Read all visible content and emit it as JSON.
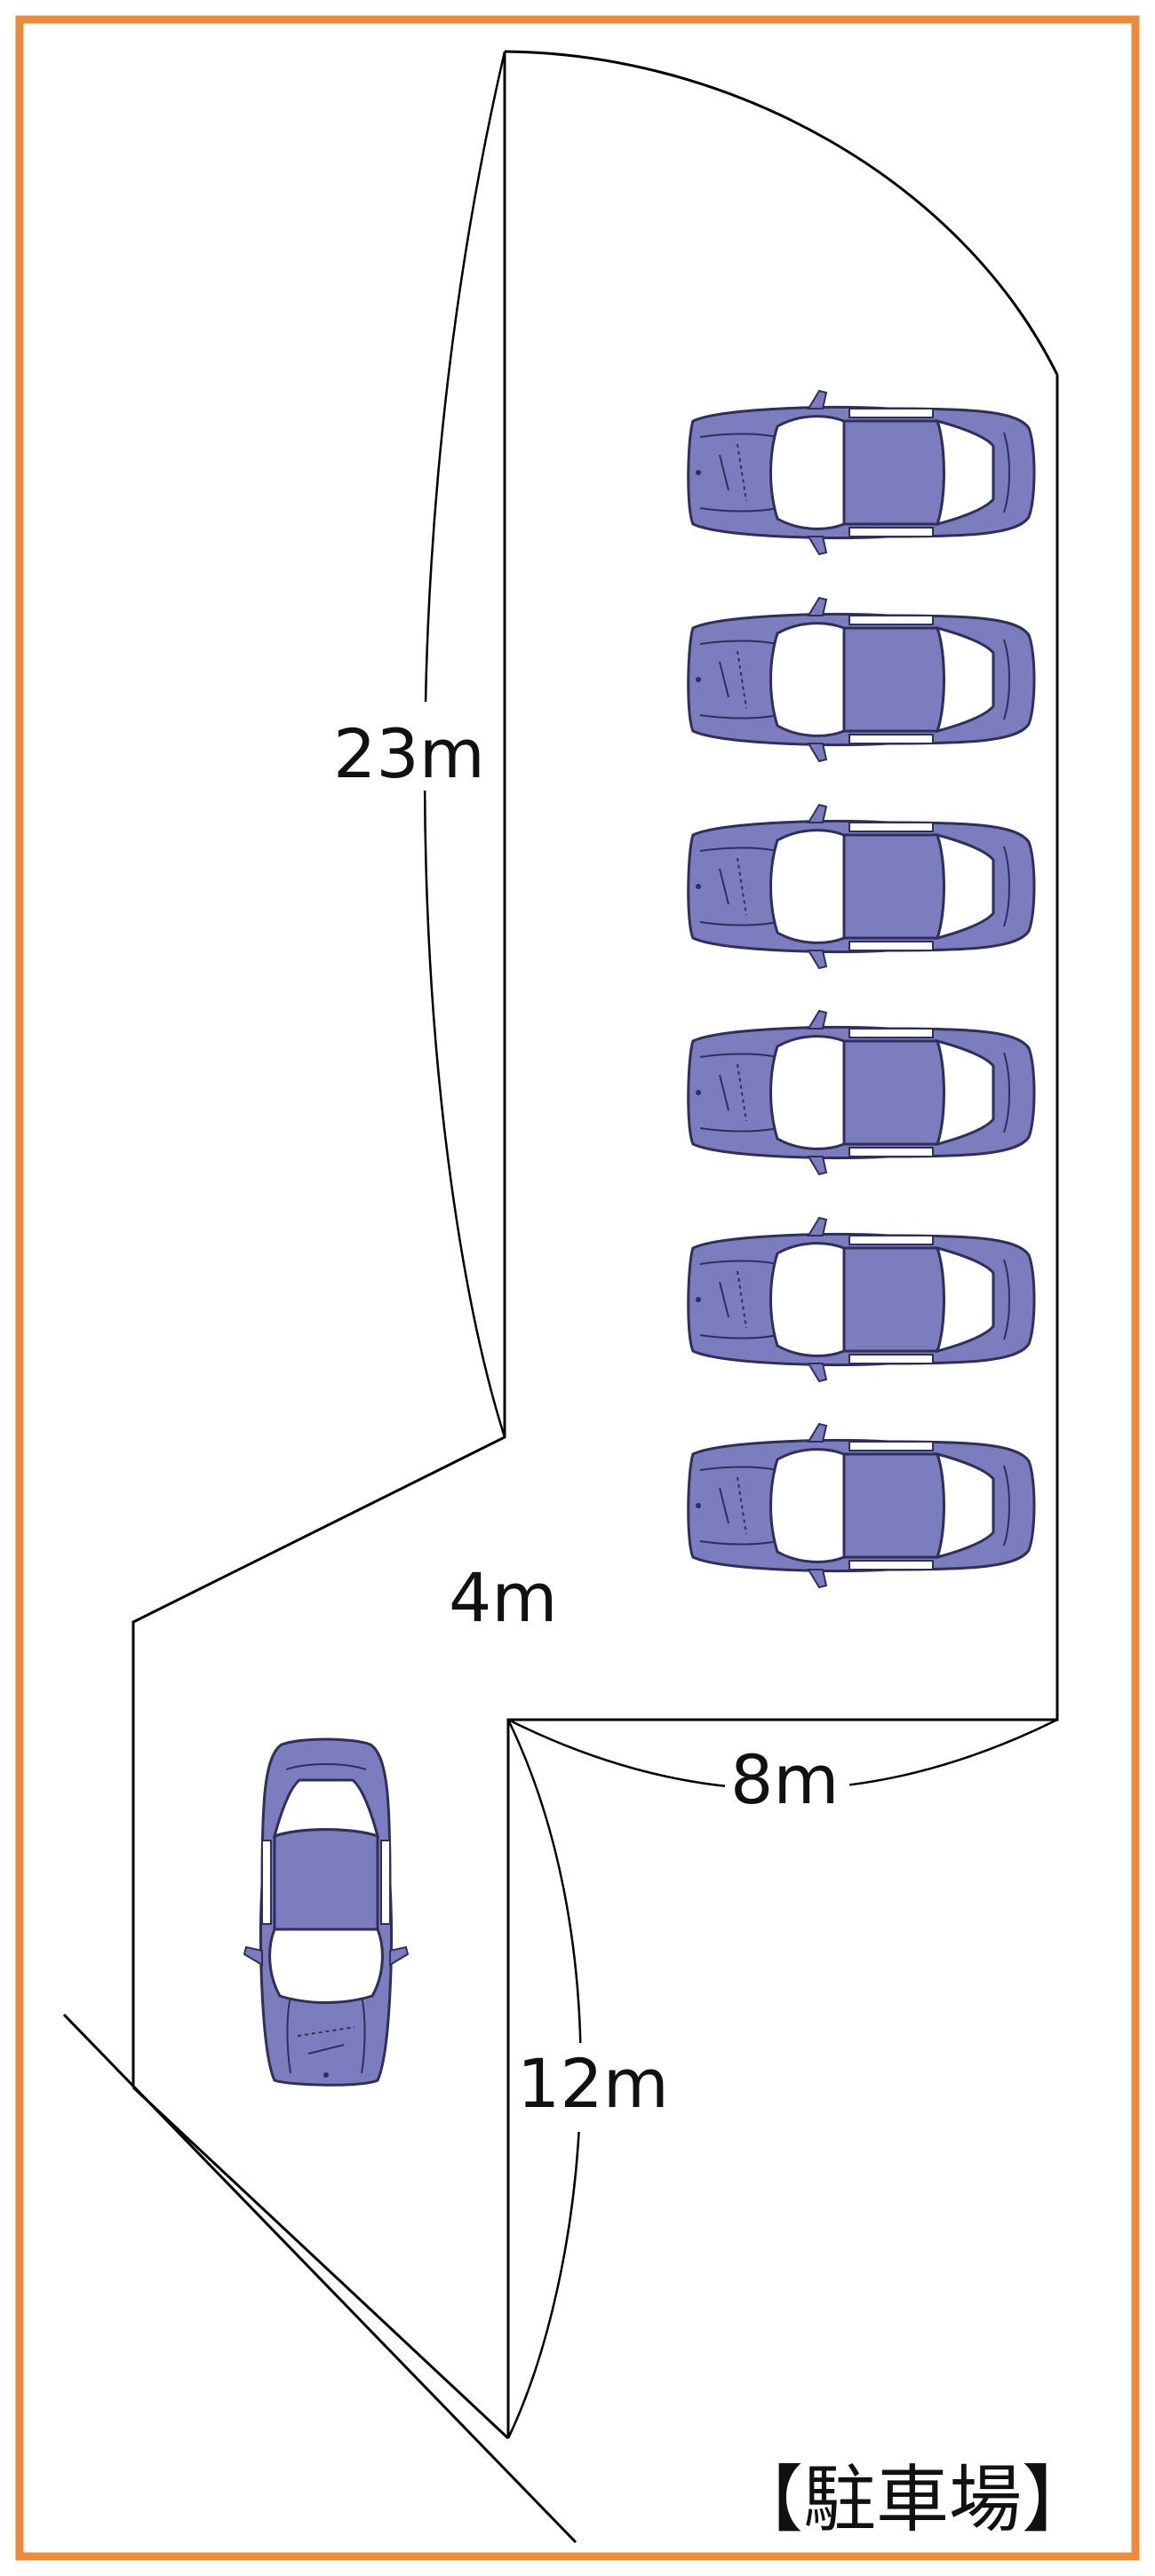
{
  "diagram": {
    "caption": "【駐車場】",
    "dimensions": {
      "depth_upper": "23m",
      "passage_width": "4m",
      "width_lower": "8m",
      "depth_lower": "12m"
    },
    "parking_spaces": 6,
    "entrance_cars": 1
  },
  "colors": {
    "border": "#EE8B3A",
    "car_body": "#7C7DBF",
    "car_outline": "#2E2F5A",
    "line": "#000000"
  }
}
